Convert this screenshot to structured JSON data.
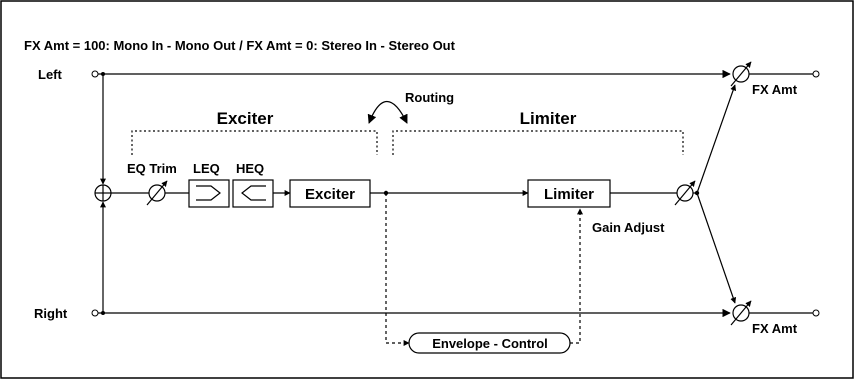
{
  "header": {
    "caption": "FX Amt = 100: Mono In - Mono Out  /  FX Amt = 0: Stereo In - Stereo Out"
  },
  "inputs": {
    "left": "Left",
    "right": "Right"
  },
  "sections": {
    "exciter": "Exciter",
    "limiter": "Limiter",
    "routing": "Routing"
  },
  "blocks": {
    "eq_trim": "EQ Trim",
    "leq": "LEQ",
    "heq": "HEQ",
    "exciter": "Exciter",
    "limiter": "Limiter",
    "gain_adjust": "Gain Adjust",
    "envelope_control": "Envelope - Control"
  },
  "outputs": {
    "fx_amt_left": "FX Amt",
    "fx_amt_right": "FX Amt"
  }
}
